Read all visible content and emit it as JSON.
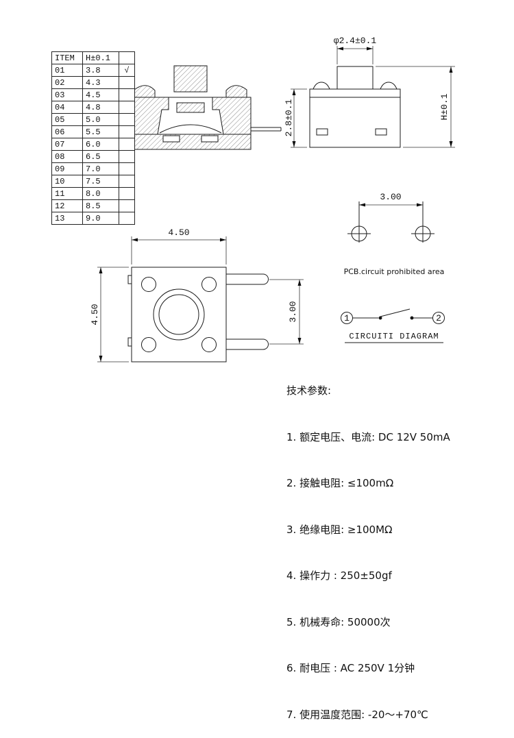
{
  "table": {
    "headers": [
      "ITEM",
      "H±0.1",
      ""
    ],
    "rows": [
      {
        "item": "01",
        "h": "3.8",
        "check": "√"
      },
      {
        "item": "02",
        "h": "4.3",
        "check": ""
      },
      {
        "item": "03",
        "h": "4.5",
        "check": ""
      },
      {
        "item": "04",
        "h": "4.8",
        "check": ""
      },
      {
        "item": "05",
        "h": "5.0",
        "check": ""
      },
      {
        "item": "06",
        "h": "5.5",
        "check": ""
      },
      {
        "item": "07",
        "h": "6.0",
        "check": ""
      },
      {
        "item": "08",
        "h": "6.5",
        "check": ""
      },
      {
        "item": "09",
        "h": "7.0",
        "check": ""
      },
      {
        "item": "10",
        "h": "7.5",
        "check": ""
      },
      {
        "item": "11",
        "h": "8.0",
        "check": ""
      },
      {
        "item": "12",
        "h": "8.5",
        "check": ""
      },
      {
        "item": "13",
        "h": "9.0",
        "check": ""
      }
    ]
  },
  "front_view": {
    "dim_diameter": "φ2.4±0.1",
    "dim_body_height": "2.8±0.1",
    "dim_total_height": "H±0.1"
  },
  "hole_view": {
    "dim_pitch": "3.00"
  },
  "pcb_note": "PCB.circuit prohibited area",
  "top_view": {
    "dim_width": "4.50",
    "dim_height": "4.50",
    "dim_pin_pitch": "3.00"
  },
  "circuit": {
    "terminal_1": "1",
    "terminal_2": "2",
    "title": "CIRCUITI DIAGRAM"
  },
  "tech": {
    "title": "技术参数:",
    "items": [
      "1. 额定电压、电流: DC 12V 50mA",
      "2. 接触电阻: ≤100mΩ",
      "3. 绝缘电阻: ≥100MΩ",
      "4. 操作力 : 250±50gf",
      "5. 机械寿命: 50000次",
      "6. 耐电压 : AC 250V 1分钟",
      "7. 使用温度范围: -20～+70℃"
    ]
  }
}
